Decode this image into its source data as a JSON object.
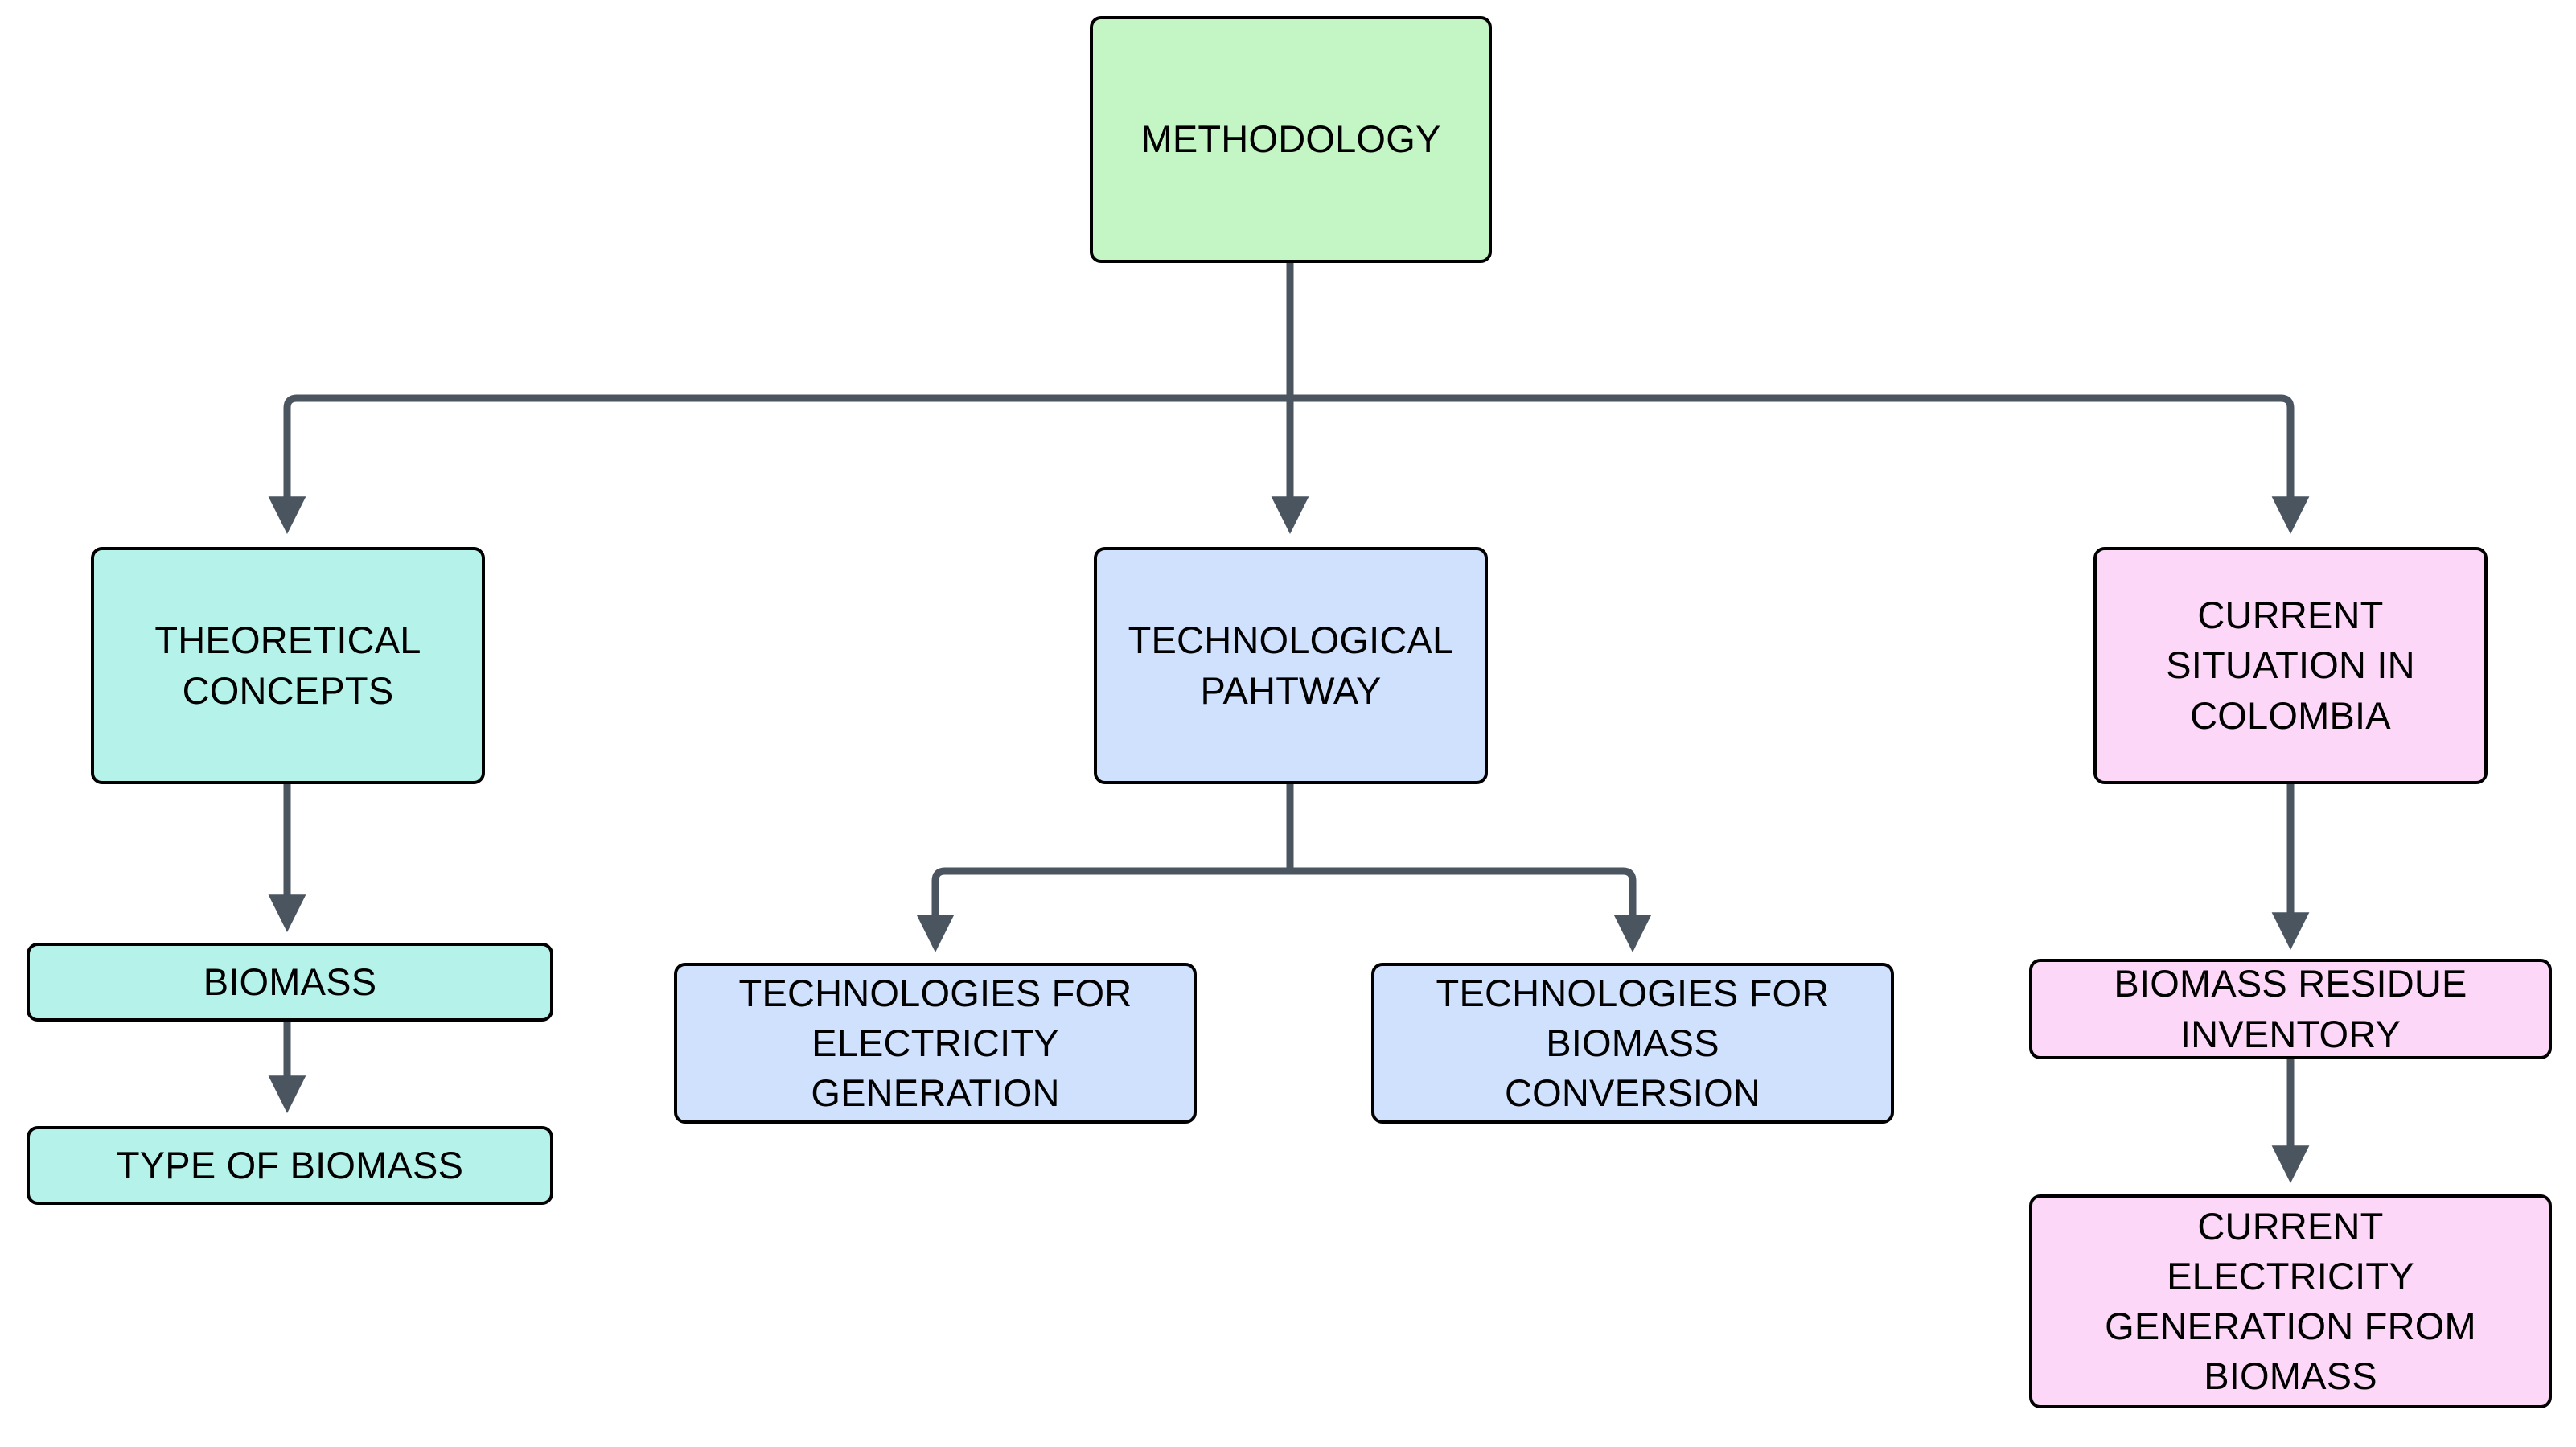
{
  "diagram": {
    "title": "METHODOLOGY",
    "background_color": "#ffffff",
    "edge_color": "#4a5560",
    "border_color": "#000000",
    "palette": {
      "green": "#c4f5c4",
      "teal": "#b5f2ea",
      "blue": "#cfe1fd",
      "pink": "#fcd7f7"
    },
    "nodes": [
      {
        "id": "methodology",
        "label": "METHODOLOGY"
      },
      {
        "id": "theoretical-concepts",
        "label": "THEORETICAL\nCONCEPTS"
      },
      {
        "id": "technological-pahtway",
        "label": "TECHNOLOGICAL\nPAHTWAY"
      },
      {
        "id": "current-situation",
        "label": "CURRENT\nSITUATION IN\nCOLOMBIA"
      },
      {
        "id": "biomass",
        "label": "BIOMASS"
      },
      {
        "id": "type-of-biomass",
        "label": "TYPE OF BIOMASS"
      },
      {
        "id": "tech-electricity",
        "label": "TECHNOLOGIES FOR\nELECTRICITY\nGENERATION"
      },
      {
        "id": "tech-conversion",
        "label": "TECHNOLOGIES FOR\nBIOMASS\nCONVERSION"
      },
      {
        "id": "biomass-residue",
        "label": "BIOMASS RESIDUE\nINVENTORY"
      },
      {
        "id": "current-generation",
        "label": "CURRENT\nELECTRICITY\nGENERATION FROM\nBIOMASS"
      }
    ],
    "edges": [
      {
        "from": "methodology",
        "to": "theoretical-concepts"
      },
      {
        "from": "methodology",
        "to": "technological-pahtway"
      },
      {
        "from": "methodology",
        "to": "current-situation"
      },
      {
        "from": "theoretical-concepts",
        "to": "biomass"
      },
      {
        "from": "biomass",
        "to": "type-of-biomass"
      },
      {
        "from": "technological-pahtway",
        "to": "tech-electricity"
      },
      {
        "from": "technological-pahtway",
        "to": "tech-conversion"
      },
      {
        "from": "current-situation",
        "to": "biomass-residue"
      },
      {
        "from": "biomass-residue",
        "to": "current-generation"
      }
    ]
  }
}
